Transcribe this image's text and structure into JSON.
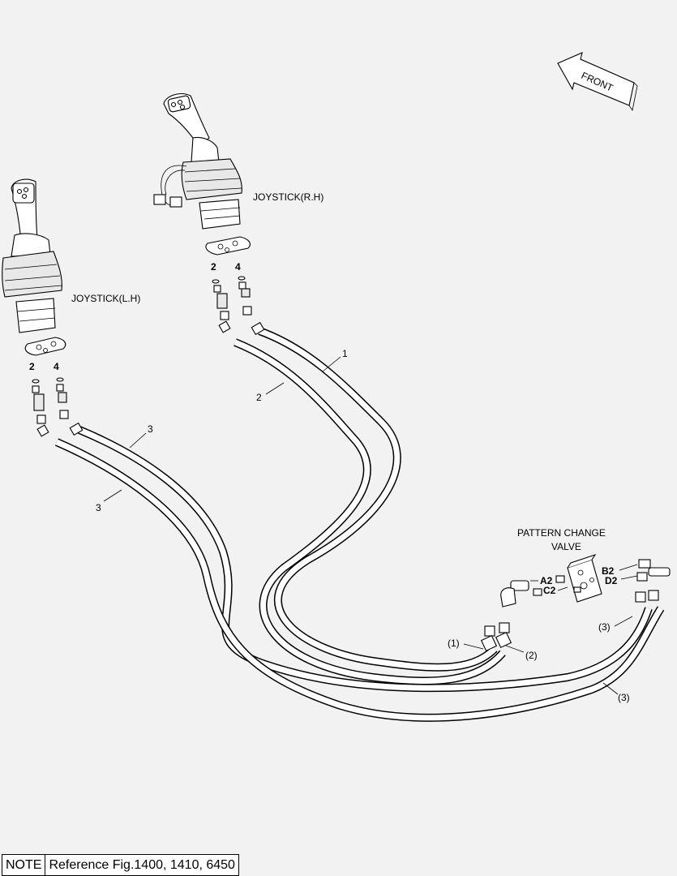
{
  "labels": {
    "front": "FRONT",
    "joystick_rh": "JOYSTICK(R.H)",
    "joystick_lh": "JOYSTICK(L.H)",
    "pattern_valve_line1": "PATTERN CHANGE",
    "pattern_valve_line2": "VALVE",
    "port_rh_left": "2",
    "port_rh_right": "4",
    "port_lh_left": "2",
    "port_lh_right": "4",
    "hose_1": "1",
    "hose_2": "2",
    "hose_3_upper": "3",
    "hose_3_lower": "3",
    "ref_1": "(1)",
    "ref_2": "(2)",
    "ref_3_upper": "(3)",
    "ref_3_lower": "(3)",
    "port_a2": "A2",
    "port_b2": "B2",
    "port_c2": "C2",
    "port_d2": "D2"
  },
  "note": {
    "label": "NOTE",
    "text": "Reference Fig.1400, 1410, 6450"
  }
}
